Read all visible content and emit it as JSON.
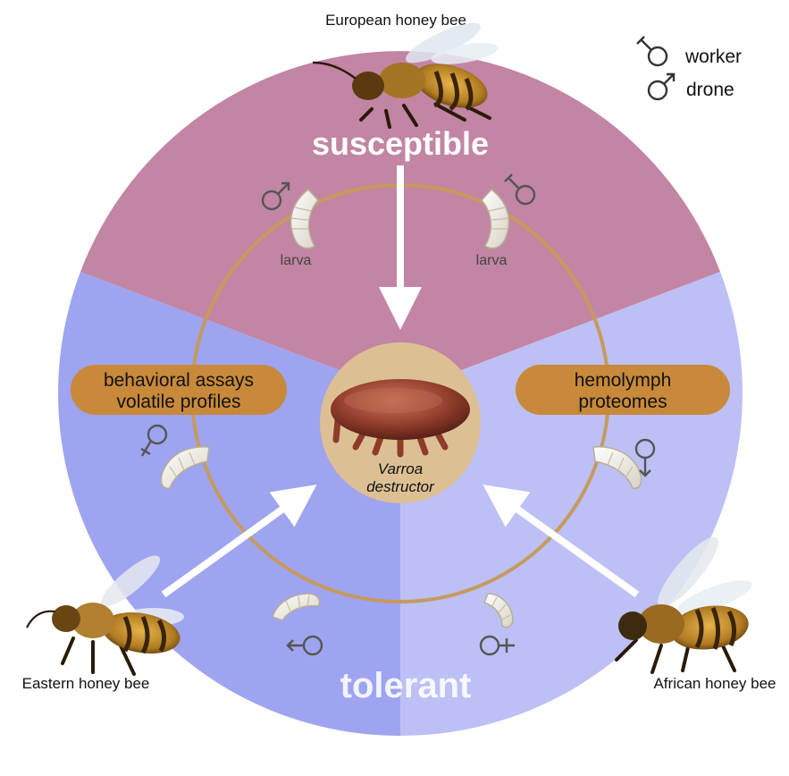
{
  "legend": {
    "worker_label": "worker",
    "drone_label": "drone"
  },
  "sectors": {
    "top_label": "susceptible",
    "bottom_label": "tolerant"
  },
  "bees": {
    "european": "European honey bee",
    "eastern": "Eastern honey bee",
    "african": "African honey bee"
  },
  "larvae": {
    "left_label": "larva",
    "right_label": "larva"
  },
  "boxes": {
    "left_line1": "behavioral assays",
    "left_line2": "volatile profiles",
    "right_line1": "hemolymph",
    "right_line2": "proteomes"
  },
  "center": {
    "line1": "Varroa",
    "line2": "destructor"
  },
  "colors": {
    "susceptible_sector": "#c285a3",
    "tolerant_left_sector": "#9ea4f0",
    "tolerant_right_sector": "#bcc0f5",
    "ring": "#c69a5e",
    "label_box": "#c8893a",
    "center_disc": "#dcc094",
    "mite": "#8e3b2c",
    "arrow": "#ffffff",
    "symbol": "#555555"
  }
}
